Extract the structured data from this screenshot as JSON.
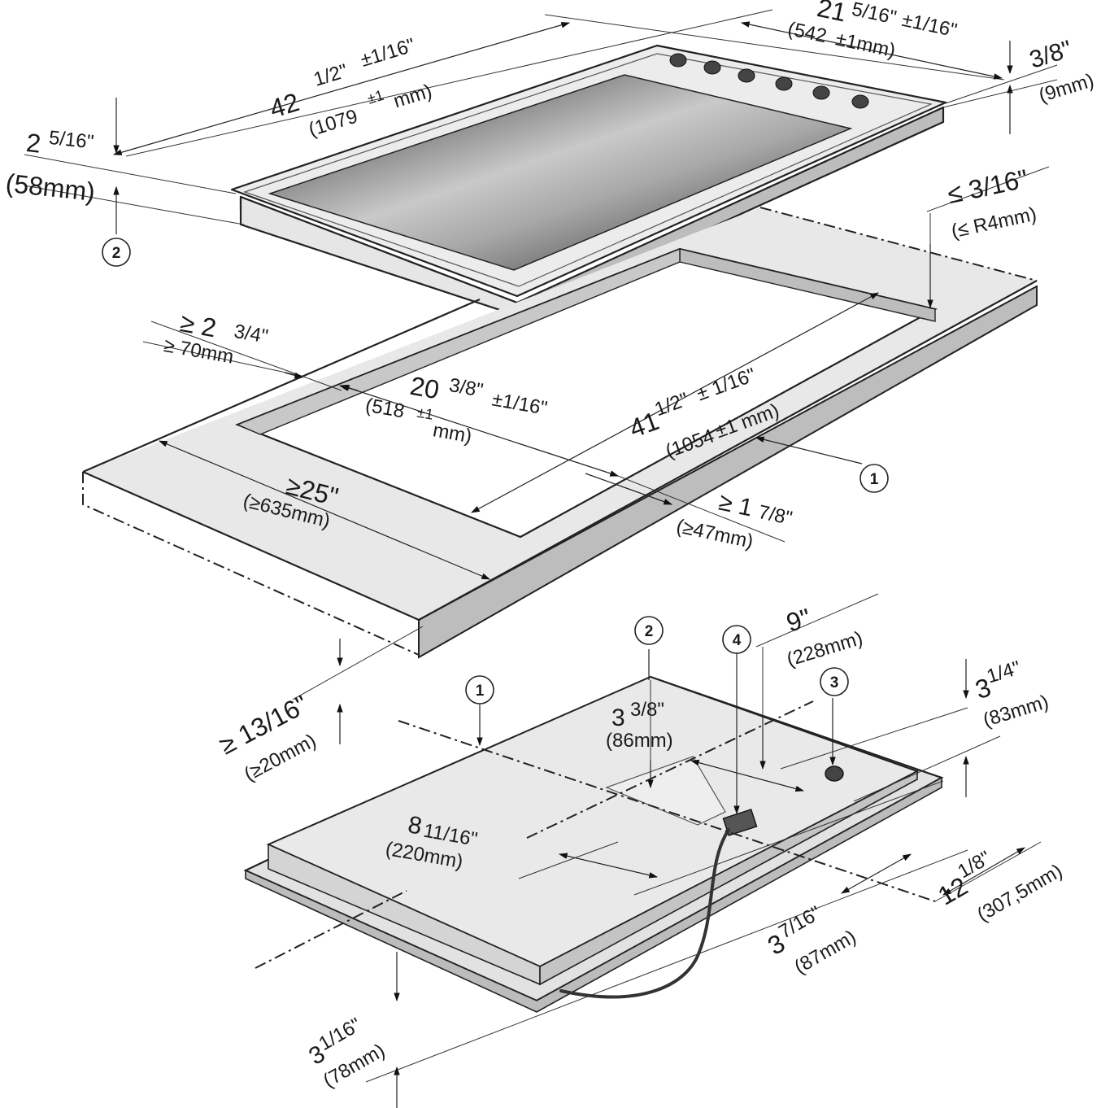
{
  "cooktop": {
    "width_in": "42",
    "width_frac": "1/2\"",
    "width_tol": "±1/16\"",
    "width_mm": "(1079",
    "width_mm_tol": "±1",
    "width_mm_unit": "mm)",
    "depth_in": "21",
    "depth_frac": "5/16\"",
    "depth_tol": "±1/16\"",
    "depth_mm": "(542",
    "depth_mm_tol": "±1mm)",
    "overhang_in": "3/8\"",
    "overhang_mm": "(9mm)",
    "height_in": "2",
    "height_frac": "5/16\"",
    "height_mm": "(58mm)"
  },
  "cutout": {
    "radius_in": "≤ 3/16\"",
    "radius_mm": "(≤ R4mm)",
    "width_in": "41",
    "width_frac": "1/2\"",
    "width_tol": "± 1/16\"",
    "width_mm": "(1054",
    "width_mm_tol": "±1 mm)",
    "depth_in": "20",
    "depth_frac": "3/8\"",
    "depth_tol": "±1/16\"",
    "depth_mm": "(518",
    "depth_mm_tol": "±1",
    "depth_mm_unit": "mm)",
    "side_min_in": "≥ 2",
    "side_min_frac": "3/4\"",
    "side_min_mm": "≥ 70mm",
    "counter_depth_in": "≥25\"",
    "counter_depth_mm": "(≥635mm)",
    "front_min_in": "≥ 1",
    "front_min_frac": "7/8\"",
    "front_min_mm": "(≥47mm)",
    "thickness_in": "≥ 13/16\"",
    "thickness_mm": "(≥20mm)"
  },
  "underside": {
    "box_depth_in": "3",
    "box_depth_frac": "3/8\"",
    "box_depth_mm": "(86mm)",
    "conn_dist_in": "9\"",
    "conn_dist_mm": "(228mm)",
    "conn_height_in": "3",
    "conn_height_frac": "1/4\"",
    "conn_height_mm": "(83mm)",
    "box_width_in": "8",
    "box_width_frac": "11/16\"",
    "box_width_mm": "(220mm)",
    "rear_dist_in": "12",
    "rear_dist_frac": "1/8\"",
    "rear_dist_mm": "(307,5mm)",
    "side_dist_in": "3",
    "side_dist_frac": "7/16\"",
    "side_dist_mm": "(87mm)",
    "unit_height_in": "3",
    "unit_height_frac": "1/16\"",
    "unit_height_mm": "(78mm)"
  },
  "callouts": {
    "c1": "1",
    "c2": "2",
    "c3": "3",
    "c4": "4"
  }
}
